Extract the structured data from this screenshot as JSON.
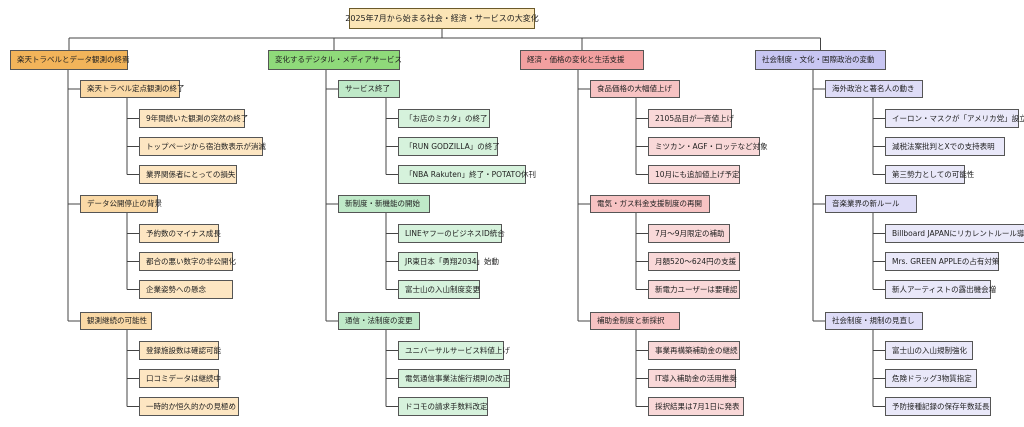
{
  "root": "2025年7月から始まる社会・経済・サービスの大変化",
  "categories": [
    {
      "label": "楽天トラベルとデータ観測の終焉",
      "groups": [
        {
          "label": "楽天トラベル定点観測の終了",
          "items": [
            "9年間続いた観測の突然の終了",
            "トップページから宿泊数表示が消滅",
            "業界関係者にとっての損失"
          ]
        },
        {
          "label": "データ公開停止の背景",
          "items": [
            "予約数のマイナス成長",
            "都合の悪い数字の非公開化",
            "企業姿勢への懸念"
          ]
        },
        {
          "label": "観測継続の可能性",
          "items": [
            "登録施設数は確認可能",
            "口コミデータは継続中",
            "一時的か恒久的かの見極め"
          ]
        }
      ]
    },
    {
      "label": "変化するデジタル・メディアサービス",
      "groups": [
        {
          "label": "サービス終了",
          "items": [
            "「お店のミカタ」の終了",
            "「RUN GODZILLA」の終了",
            "「NBA Rakuten」終了・POTATO休刊"
          ]
        },
        {
          "label": "新制度・新機能の開始",
          "items": [
            "LINEヤフーのビジネスID統合",
            "JR東日本「勇翔2034」始動",
            "富士山の入山制度変更"
          ]
        },
        {
          "label": "通信・法制度の変更",
          "items": [
            "ユニバーサルサービス料値上げ",
            "電気通信事業法施行規則の改正",
            "ドコモの請求手数料改定"
          ]
        }
      ]
    },
    {
      "label": "経済・価格の変化と生活支援",
      "groups": [
        {
          "label": "食品価格の大幅値上げ",
          "items": [
            "2105品目が一斉値上げ",
            "ミツカン・AGF・ロッテなど対象",
            "10月にも追加値上げ予定"
          ]
        },
        {
          "label": "電気・ガス料金支援制度の再開",
          "items": [
            "7月〜9月限定の補助",
            "月額520〜624円の支援",
            "新電力ユーザーは要確認"
          ]
        },
        {
          "label": "補助金制度と新採択",
          "items": [
            "事業再構築補助金の継続",
            "IT導入補助金の活用推奨",
            "採択結果は7月1日に発表"
          ]
        }
      ]
    },
    {
      "label": "社会制度・文化・国際政治の変動",
      "groups": [
        {
          "label": "海外政治と著名人の動き",
          "items": [
            "イーロン・マスクが「アメリカ党」設立",
            "減税法案批判とXでの支持表明",
            "第三勢力としての可能性"
          ]
        },
        {
          "label": "音楽業界の新ルール",
          "items": [
            "Billboard JAPANにリカレントルール導入",
            "Mrs. GREEN APPLEの占有対策",
            "新人アーティストの露出機会増"
          ]
        },
        {
          "label": "社会制度・規制の見直し",
          "items": [
            "富士山の入山規制強化",
            "危険ドラッグ3物質指定",
            "予防接種記録の保存年数延長"
          ]
        }
      ]
    }
  ]
}
